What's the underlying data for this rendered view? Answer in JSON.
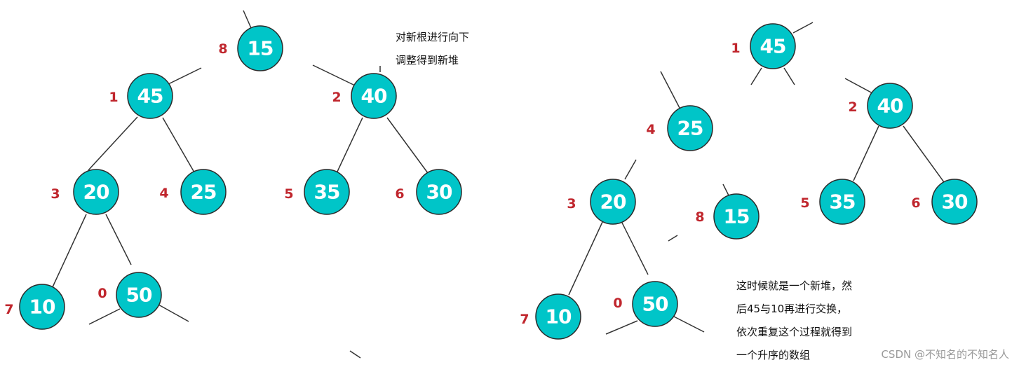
{
  "left_tree": {
    "nodes": [
      {
        "id": "root",
        "value": "15",
        "index": "8"
      },
      {
        "id": "n45",
        "value": "45",
        "index": "1"
      },
      {
        "id": "n40",
        "value": "40",
        "index": "2"
      },
      {
        "id": "n20",
        "value": "20",
        "index": "3"
      },
      {
        "id": "n25",
        "value": "25",
        "index": "4"
      },
      {
        "id": "n35",
        "value": "35",
        "index": "5"
      },
      {
        "id": "n30",
        "value": "30",
        "index": "6"
      },
      {
        "id": "n10",
        "value": "10",
        "index": "7"
      },
      {
        "id": "n50",
        "value": "50",
        "index": "0"
      }
    ],
    "annotation": [
      "对新根进行向下",
      "调整得到新堆"
    ]
  },
  "right_tree": {
    "nodes": [
      {
        "id": "n45",
        "value": "45",
        "index": "1"
      },
      {
        "id": "n40",
        "value": "40",
        "index": "2"
      },
      {
        "id": "n25",
        "value": "25",
        "index": "4"
      },
      {
        "id": "n20",
        "value": "20",
        "index": "3"
      },
      {
        "id": "n15",
        "value": "15",
        "index": "8"
      },
      {
        "id": "n35",
        "value": "35",
        "index": "5"
      },
      {
        "id": "n30",
        "value": "30",
        "index": "6"
      },
      {
        "id": "n10",
        "value": "10",
        "index": "7"
      },
      {
        "id": "n50",
        "value": "50",
        "index": "0"
      }
    ],
    "annotation": [
      "这时候就是一个新堆，然",
      "后45与10再进行交换，",
      "依次重复这个过程就得到",
      "一个升序的数组"
    ]
  },
  "watermark": "CSDN @不知名的不知名人",
  "colors": {
    "node_fill": "#00c5c8",
    "index_label": "#c0262d",
    "edge": "#333333"
  }
}
